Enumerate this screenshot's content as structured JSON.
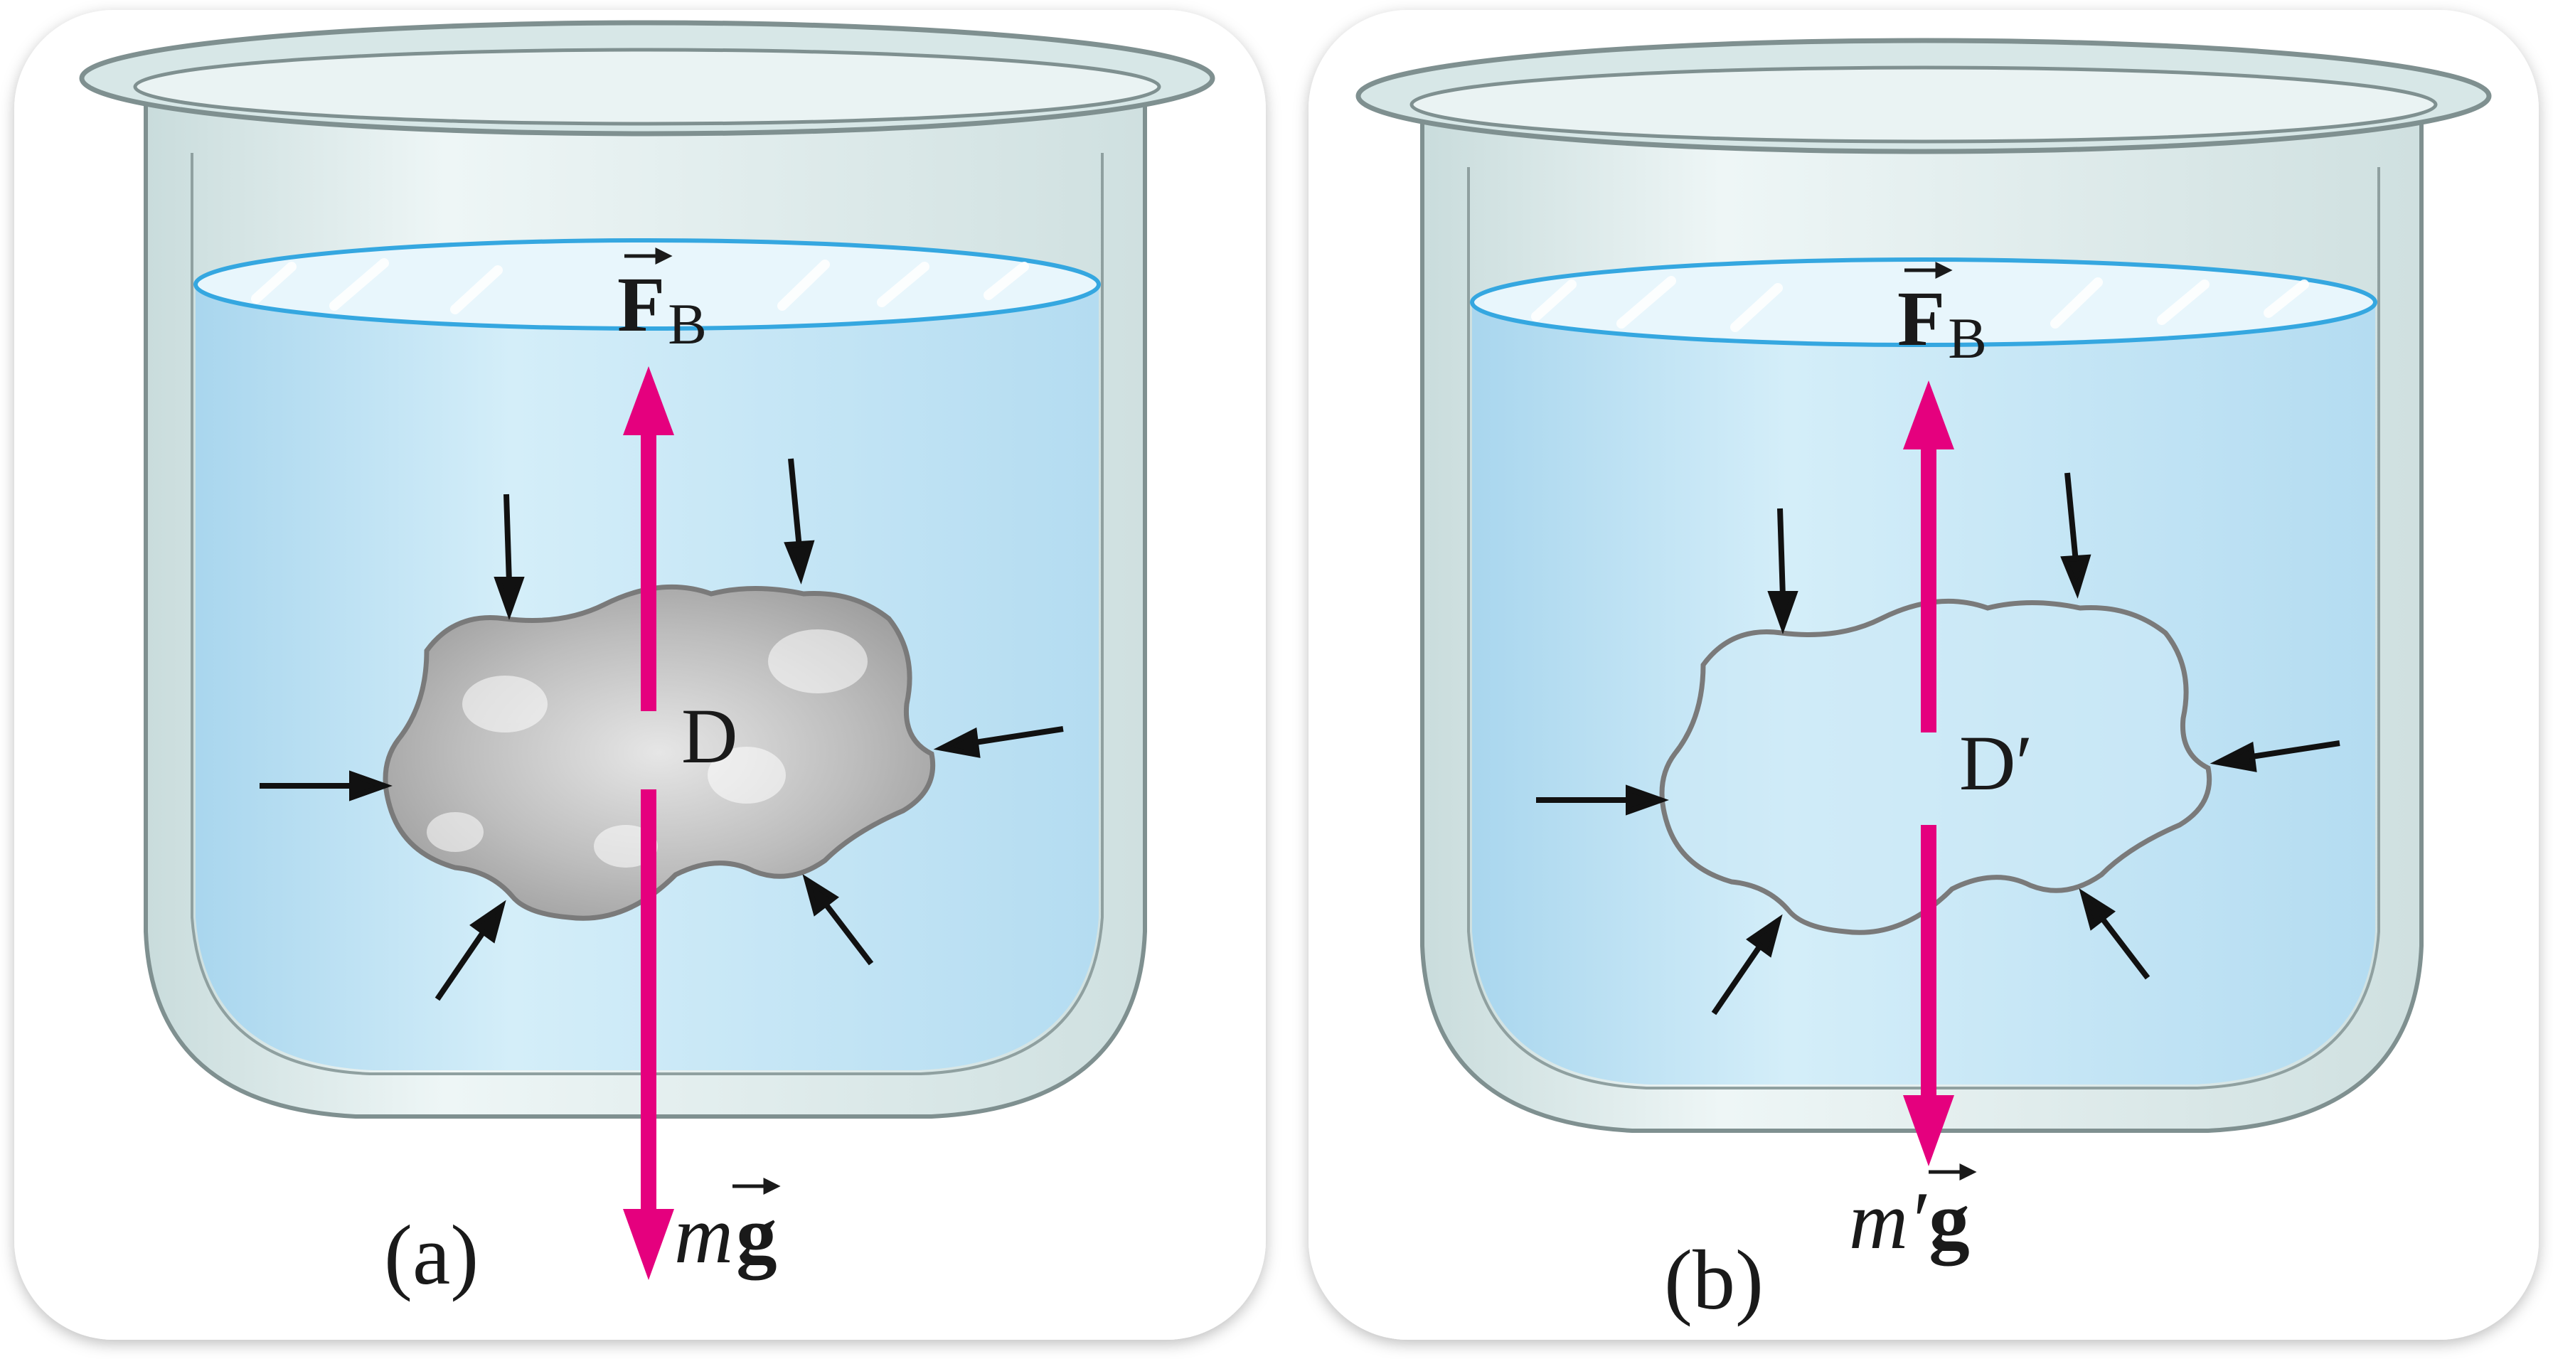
{
  "panels": [
    {
      "id": "a",
      "caption": "(a)",
      "object_label": "D",
      "buoyant_force": {
        "symbol": "F",
        "subscript": "B"
      },
      "weight": {
        "mass": "m",
        "accel": "g"
      },
      "object_fill": "solid-gray"
    },
    {
      "id": "b",
      "caption": "(b)",
      "object_label": "D′",
      "buoyant_force": {
        "symbol": "F",
        "subscript": "B"
      },
      "weight": {
        "mass": "m′",
        "accel": "g"
      },
      "object_fill": "fluid-outline"
    }
  ],
  "colors": {
    "force_arrow": "#e5007e",
    "pressure_arrow": "#111111",
    "water": "#bfe3f5",
    "water_surface": "#35a7e0",
    "beaker_glass": "#d7e7e7",
    "beaker_edge": "#7f9090",
    "object_gray": "#b8b8b8",
    "object_edge": "#7a7a7a"
  }
}
